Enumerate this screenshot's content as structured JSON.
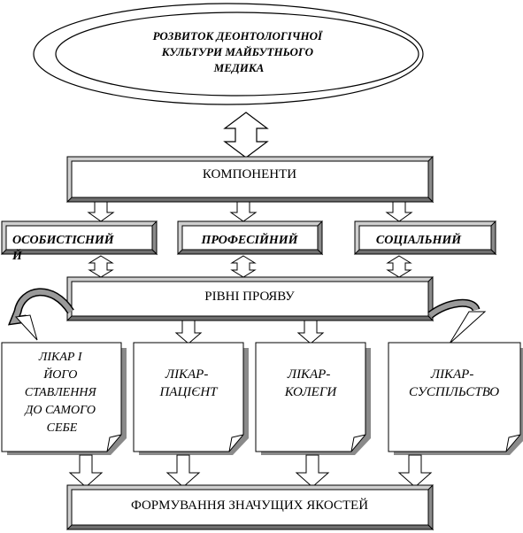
{
  "title_lines": [
    "РОЗВИТОК ДЕОНТОЛОГІЧНОЇ",
    "КУЛЬТУРИ МАЙБУТНЬОГО",
    "МЕДИКА"
  ],
  "components_label": "КОМПОНЕНТИ",
  "components": [
    {
      "lines": [
        "ОСОБИСТІСНИЙ",
        "Й"
      ]
    },
    {
      "lines": [
        "ПРОФЕСІЙНИЙ"
      ]
    },
    {
      "lines": [
        "СОЦІАЛЬНИЙ"
      ]
    }
  ],
  "levels_label": "РІВНІ ПРОЯВУ",
  "levels": [
    {
      "lines": [
        "ЛІКАР І",
        "ЙОГО",
        "СТАВЛЕННЯ",
        "ДО САМОГО",
        "СЕБЕ"
      ]
    },
    {
      "lines": [
        "ЛІКАР-",
        "ПАЦІЄНТ"
      ]
    },
    {
      "lines": [
        "ЛІКАР-",
        "КОЛЕГИ"
      ]
    },
    {
      "lines": [
        "ЛІКАР-",
        "СУСПІЛЬСТВО"
      ]
    }
  ],
  "result_label": "ФОРМУВАННЯ ЗНАЧУЩИХ ЯКОСТЕЙ"
}
